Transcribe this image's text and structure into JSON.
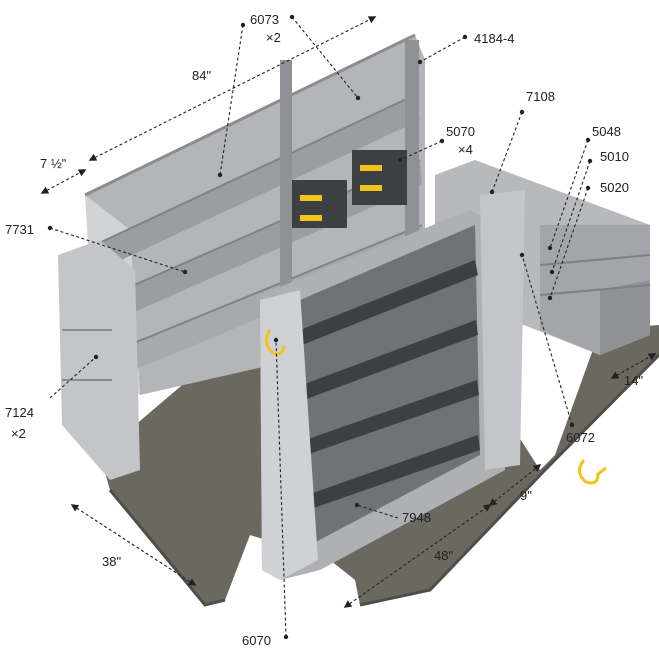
{
  "parts": {
    "p6073": "6073",
    "p6073_qty": "×2",
    "p4184_4": "4184-4",
    "p7108": "7108",
    "p5070": "5070",
    "p5070_qty": "×4",
    "p5048": "5048",
    "p5010": "5010",
    "p5020": "5020",
    "p7731": "7731",
    "p7124": "7124",
    "p7124_qty": "×2",
    "p6072": "6072",
    "p7948": "7948",
    "p6070": "6070"
  },
  "dimensions": {
    "d84": "84\"",
    "d7_5": "7 ½\"",
    "d14": "14\"",
    "d9": "9\"",
    "d48": "48\"",
    "d38": "38\""
  },
  "colors": {
    "floor": "#6b6860",
    "metal_light": "#c9cacc",
    "metal_mid": "#a3a5a8",
    "metal_dark": "#7c7f83",
    "bin_dark": "#3d3f42",
    "accent_yellow": "#f0c419"
  }
}
